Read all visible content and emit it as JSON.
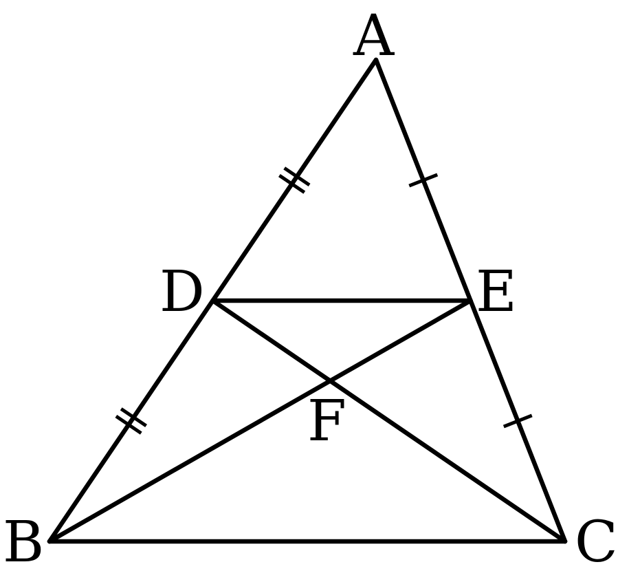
{
  "diagram": {
    "stroke_color": "#000000",
    "background": "#ffffff",
    "points": {
      "A": {
        "label": "A"
      },
      "B": {
        "label": "B"
      },
      "C": {
        "label": "C"
      },
      "D": {
        "label": "D"
      },
      "E": {
        "label": "E"
      },
      "F": {
        "label": "F"
      }
    },
    "segments": [
      [
        "A",
        "B"
      ],
      [
        "A",
        "C"
      ],
      [
        "B",
        "C"
      ],
      [
        "D",
        "E"
      ],
      [
        "D",
        "C"
      ],
      [
        "B",
        "E"
      ]
    ],
    "equal_marks": [
      {
        "segment": [
          "A",
          "D"
        ],
        "ticks": 2
      },
      {
        "segment": [
          "D",
          "B"
        ],
        "ticks": 2
      },
      {
        "segment": [
          "A",
          "E"
        ],
        "ticks": 1
      },
      {
        "segment": [
          "E",
          "C"
        ],
        "ticks": 1
      }
    ]
  }
}
